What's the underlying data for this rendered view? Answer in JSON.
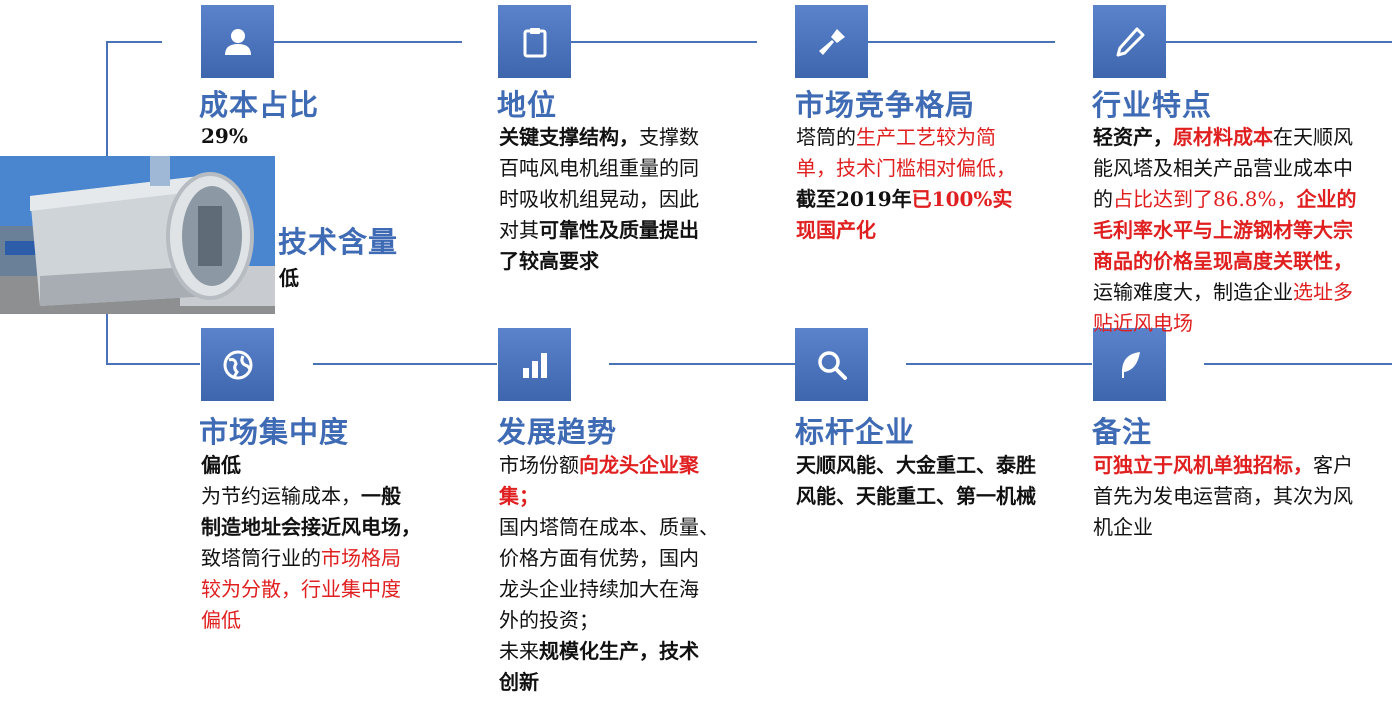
{
  "cards": [
    {
      "id": "cost",
      "title": "成本占比",
      "icon": "user-icon",
      "value": "29%"
    },
    {
      "id": "position",
      "title": "地位",
      "icon": "clipboard-icon",
      "lines": [
        [
          {
            "t": "关键支撑结构，",
            "s": "b"
          },
          {
            "t": "支撑数"
          }
        ],
        [
          {
            "t": "百吨风电机组重量的同"
          }
        ],
        [
          {
            "t": "时吸收机组晃动，因此"
          }
        ],
        [
          {
            "t": "对其"
          },
          {
            "t": "可靠性及质量提出",
            "s": "b"
          }
        ],
        [
          {
            "t": "了较高要求",
            "s": "b"
          }
        ]
      ]
    },
    {
      "id": "competition",
      "title": "市场竞争格局",
      "icon": "flashlight-icon",
      "lines": [
        [
          {
            "t": "塔筒的"
          },
          {
            "t": "生产工艺较为简",
            "s": "r"
          }
        ],
        [
          {
            "t": "单，技术门槛相对偏低，",
            "s": "r"
          }
        ],
        [
          {
            "t": "截至2019年",
            "s": "b"
          },
          {
            "t": "已100%实",
            "s": "rb"
          }
        ],
        [
          {
            "t": "现国产化",
            "s": "rb"
          }
        ]
      ]
    },
    {
      "id": "features",
      "title": "行业特点",
      "icon": "pencil-icon",
      "lines": [
        [
          {
            "t": "轻资产，",
            "s": "b"
          },
          {
            "t": "原材料成本",
            "s": "rb"
          },
          {
            "t": "在天顺风"
          }
        ],
        [
          {
            "t": "能风塔及相关产品营业成本中"
          }
        ],
        [
          {
            "t": "的"
          },
          {
            "t": "占比达到了86.8%，",
            "s": "r"
          },
          {
            "t": "企业的",
            "s": "rb"
          }
        ],
        [
          {
            "t": "毛利率水平与上游钢材等大宗",
            "s": "rb"
          }
        ],
        [
          {
            "t": "商品的价格呈现高度关联性，",
            "s": "rb"
          }
        ],
        [
          {
            "t": "运输难度大，制造企业"
          },
          {
            "t": "选址多",
            "s": "r"
          }
        ],
        [
          {
            "t": "贴近风电场",
            "s": "r"
          }
        ]
      ]
    },
    {
      "id": "tech",
      "title": "技术含量",
      "value": "低"
    },
    {
      "id": "concentration",
      "title": "市场集中度",
      "icon": "globe-icon",
      "lines": [
        [
          {
            "t": "偏低",
            "s": "b"
          }
        ],
        [
          {
            "t": "为节约运输成本，"
          },
          {
            "t": "一般",
            "s": "b"
          }
        ],
        [
          {
            "t": "制造地址会接近风电场，",
            "s": "b"
          }
        ],
        [
          {
            "t": "致塔筒行业的"
          },
          {
            "t": "市场格局",
            "s": "r"
          }
        ],
        [
          {
            "t": "较为分散，行业集中度",
            "s": "r"
          }
        ],
        [
          {
            "t": "偏低",
            "s": "r"
          }
        ]
      ]
    },
    {
      "id": "trend",
      "title": "发展趋势",
      "icon": "bar-chart-icon",
      "lines": [
        [
          {
            "t": "市场份额"
          },
          {
            "t": "向龙头企业聚",
            "s": "rb"
          }
        ],
        [
          {
            "t": "集；",
            "s": "rb"
          }
        ],
        [
          {
            "t": "国内塔筒在成本、质量、"
          }
        ],
        [
          {
            "t": "价格方面有优势，国内"
          }
        ],
        [
          {
            "t": "龙头企业持续加大在海"
          }
        ],
        [
          {
            "t": "外的投资；"
          }
        ],
        [
          {
            "t": "未来"
          },
          {
            "t": "规模化生产，技术",
            "s": "b"
          }
        ],
        [
          {
            "t": "创新",
            "s": "b"
          }
        ]
      ]
    },
    {
      "id": "benchmark",
      "title": "标杆企业",
      "icon": "search-icon",
      "lines": [
        [
          {
            "t": "天顺风能、大金重工、泰胜",
            "s": "b"
          }
        ],
        [
          {
            "t": "风能、天能重工、第一机械",
            "s": "b"
          }
        ]
      ]
    },
    {
      "id": "notes",
      "title": "备注",
      "icon": "feather-icon",
      "lines": [
        [
          {
            "t": "可独立于风机单独招标，",
            "s": "rb"
          },
          {
            "t": "客户"
          }
        ],
        [
          {
            "t": "首先为发电运营商，其次为风"
          }
        ],
        [
          {
            "t": "机企业"
          }
        ]
      ]
    }
  ],
  "colors": {
    "accent": "#3f6ab4",
    "red": "#e02020",
    "line": "#4a72b8"
  }
}
